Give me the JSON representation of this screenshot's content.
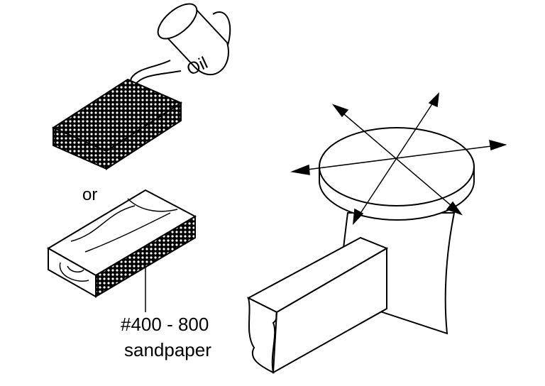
{
  "labels": {
    "oil": "Oil",
    "or": "or",
    "grit": "#400 - 800",
    "sandpaper": "sandpaper"
  },
  "colors": {
    "ink": "#000000",
    "paper": "#ffffff"
  }
}
